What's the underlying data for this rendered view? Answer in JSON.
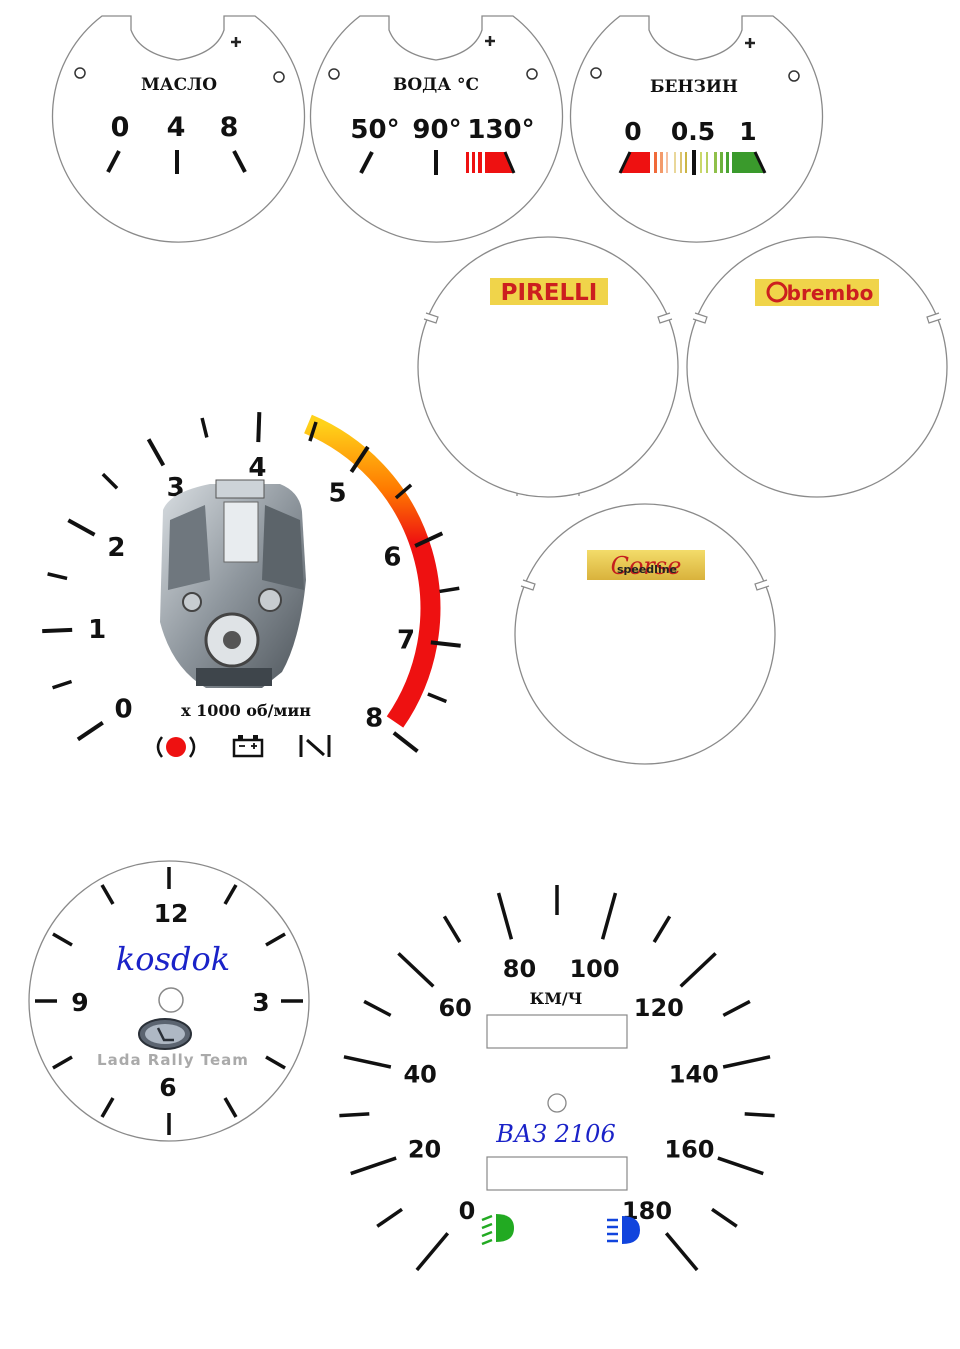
{
  "oil_gauge": {
    "title": "МАСЛО",
    "scale": [
      "0",
      "4",
      "8"
    ]
  },
  "water_gauge": {
    "title": "ВОДА °С",
    "scale": [
      "50°",
      "90°",
      "130°"
    ]
  },
  "fuel_gauge": {
    "title": "БЕНЗИН",
    "scale": [
      "0",
      "0.5",
      "1"
    ]
  },
  "logos": {
    "pirelli": "PIRELLI",
    "brembo": "brembo",
    "speedline_script": "Corse",
    "speedline": "speedline"
  },
  "tachometer": {
    "scale": [
      "0",
      "1",
      "2",
      "3",
      "4",
      "5",
      "6",
      "7",
      "8"
    ],
    "unit": "x 1000 об/мин"
  },
  "clock": {
    "brand": "kosdok",
    "team": "Lada Rally Team",
    "numbers": [
      "12",
      "3",
      "6",
      "9"
    ]
  },
  "speedometer": {
    "scale": [
      "0",
      "20",
      "40",
      "60",
      "80",
      "100",
      "120",
      "140",
      "160",
      "180"
    ],
    "unit": "КМ/Ч",
    "model": "ВАЗ 2106"
  },
  "colors": {
    "redzone": "#ee1111",
    "warning_orange": "#ffaa00",
    "low_beam_green": "#22aa22",
    "high_beam_blue": "#1144dd",
    "brand_blue": "#1a22c8"
  }
}
